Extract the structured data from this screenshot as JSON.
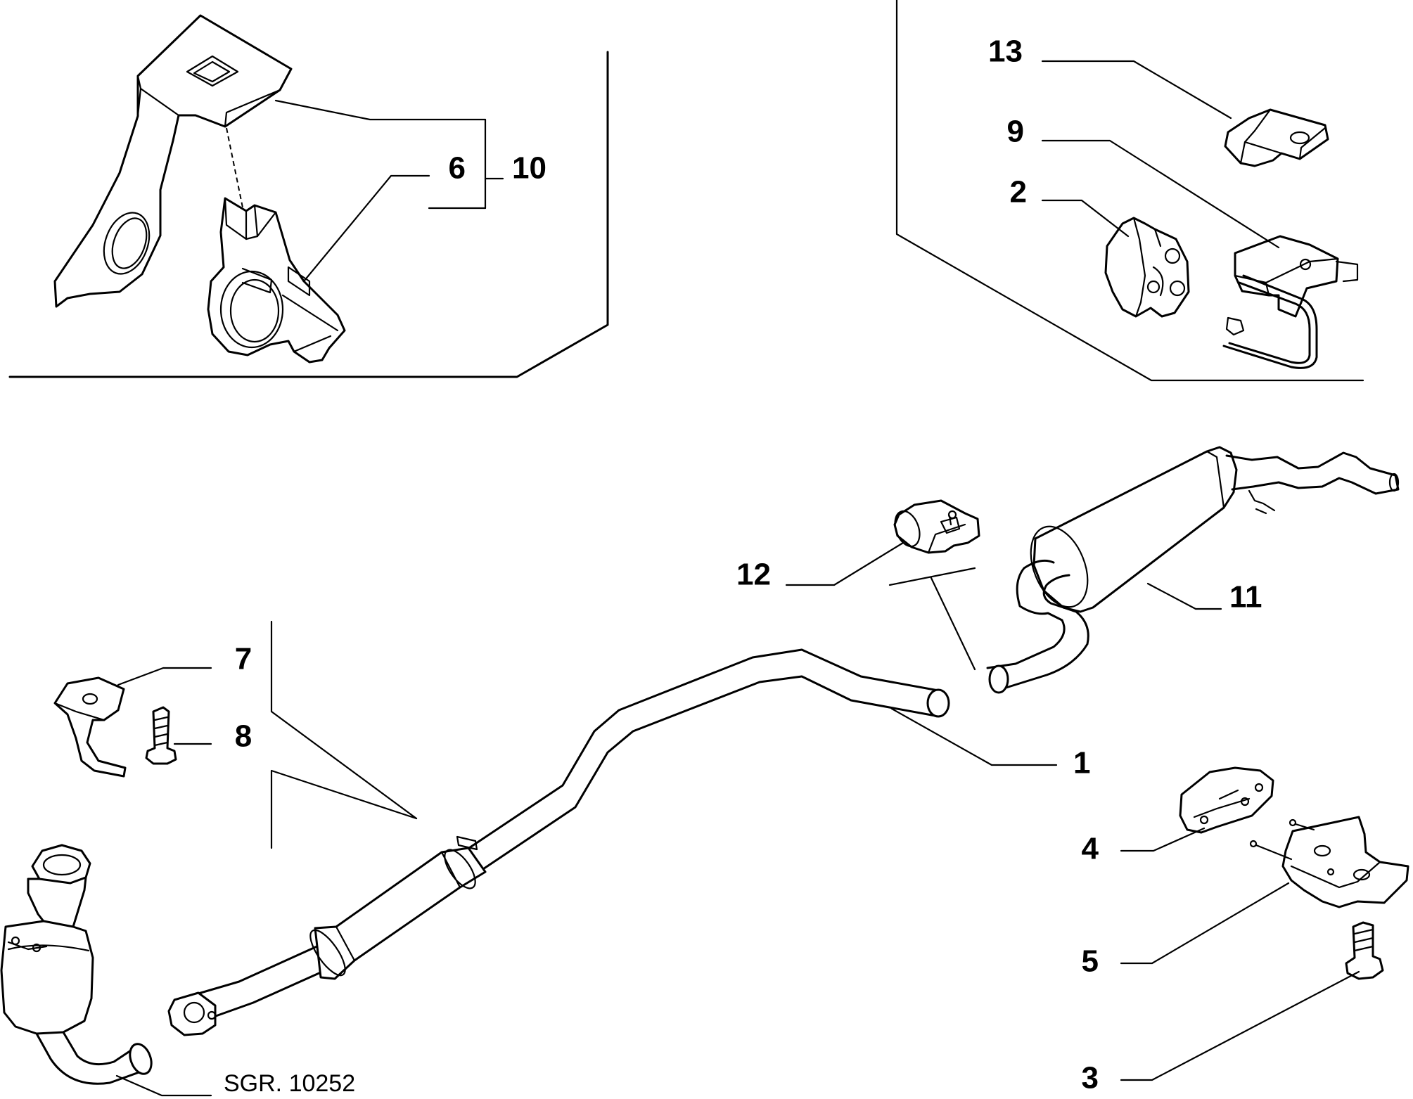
{
  "diagram": {
    "callouts": {
      "c1": "1",
      "c2": "2",
      "c3": "3",
      "c4": "4",
      "c5": "5",
      "c6": "6",
      "c7": "7",
      "c8": "8",
      "c9": "9",
      "c10": "10",
      "c11": "11",
      "c12": "12",
      "c13": "13"
    },
    "reference": "SGR. 10252"
  }
}
